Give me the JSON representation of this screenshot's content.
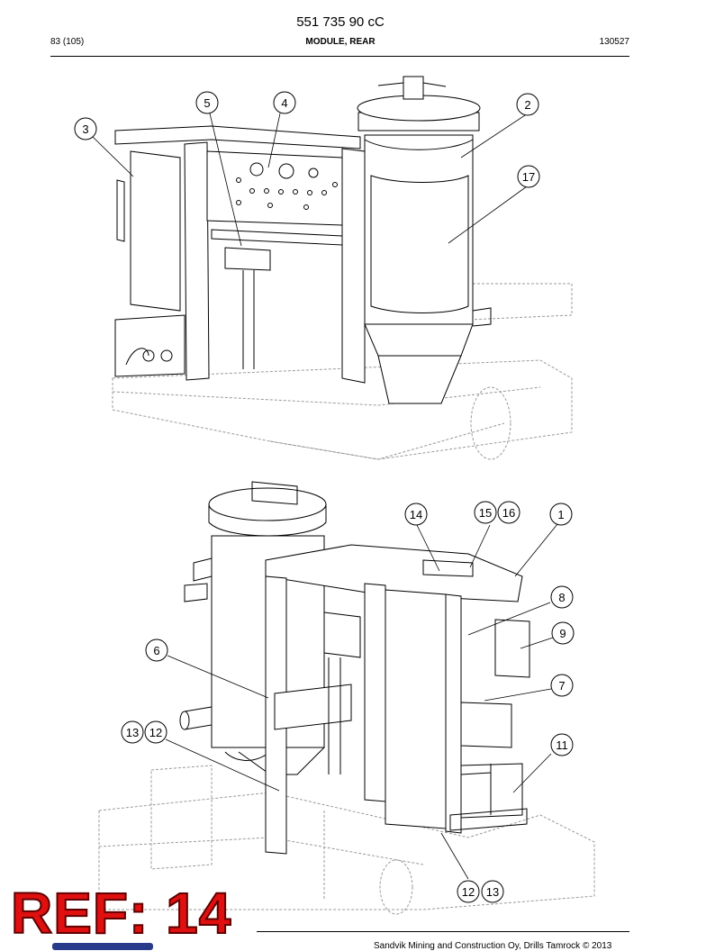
{
  "header": {
    "doc_number": "551 735 90 cC",
    "page": "83 (105)",
    "module": "MODULE, REAR",
    "date_code": "130527"
  },
  "callouts": [
    "2",
    "3",
    "4",
    "5",
    "17",
    "14",
    "15",
    "16",
    "1",
    "8",
    "9",
    "6",
    "7",
    "13",
    "12",
    "11",
    "12",
    "13"
  ],
  "stamp": "REF: 14",
  "footer": "Sandvik Mining and Construction Oy, Drills Tamrock © 2013",
  "colors": {
    "stamp": "#e01010",
    "line": "#000000",
    "dashed": "#888888"
  }
}
